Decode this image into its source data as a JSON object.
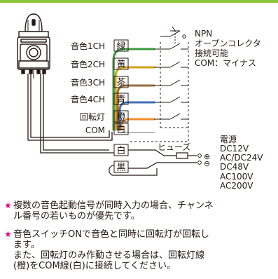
{
  "colors": {
    "accent_bar": "#8cc63f",
    "green": "#3a9a3f",
    "yellow": "#d4a21a",
    "brown": "#9a6b3c",
    "blue": "#3f6fb5",
    "orange": "#f08c2a",
    "line": "#231815",
    "star": "#e4007f"
  },
  "device": {
    "icon": "signal-tower-light-icon"
  },
  "channels": [
    {
      "label": "音色1CH",
      "wire": "緑",
      "color_key": "green"
    },
    {
      "label": "音色2CH",
      "wire": "黄",
      "color_key": "yellow"
    },
    {
      "label": "音色3CH",
      "wire": "茶",
      "color_key": "brown"
    },
    {
      "label": "音色4CH",
      "wire": "青",
      "color_key": "blue"
    }
  ],
  "rotating": {
    "label": "回転灯",
    "wire": "橙",
    "color_key": "orange"
  },
  "com": {
    "label": "COM",
    "wire": "白"
  },
  "power_wires": {
    "white": "白",
    "black": "黒"
  },
  "npn": {
    "title": "NPN",
    "line2": "オープンコレクタ",
    "line3": "接続可能",
    "line4": "COM：マイナス"
  },
  "fuse": "ヒューズ",
  "symbols": {
    "plus": "⊕",
    "minus": "⊖"
  },
  "power": {
    "title": "電源",
    "lines": [
      "DC12V",
      "AC/DC24V",
      "DC48V",
      "AC100V",
      "AC200V"
    ]
  },
  "notes": [
    {
      "star": "★",
      "lines": [
        "複数の音色起動信号が同時入力の場合、チャンネ",
        "ル番号の若いものが優先です。"
      ]
    },
    {
      "star": "★",
      "lines": [
        "音色スイッチONで音色と同時に回転灯が回転し",
        "ます。",
        "また、回転灯のみ作動させる場合は、回転灯線",
        "(橙)をCOM線(白)に接続してください。"
      ]
    }
  ]
}
